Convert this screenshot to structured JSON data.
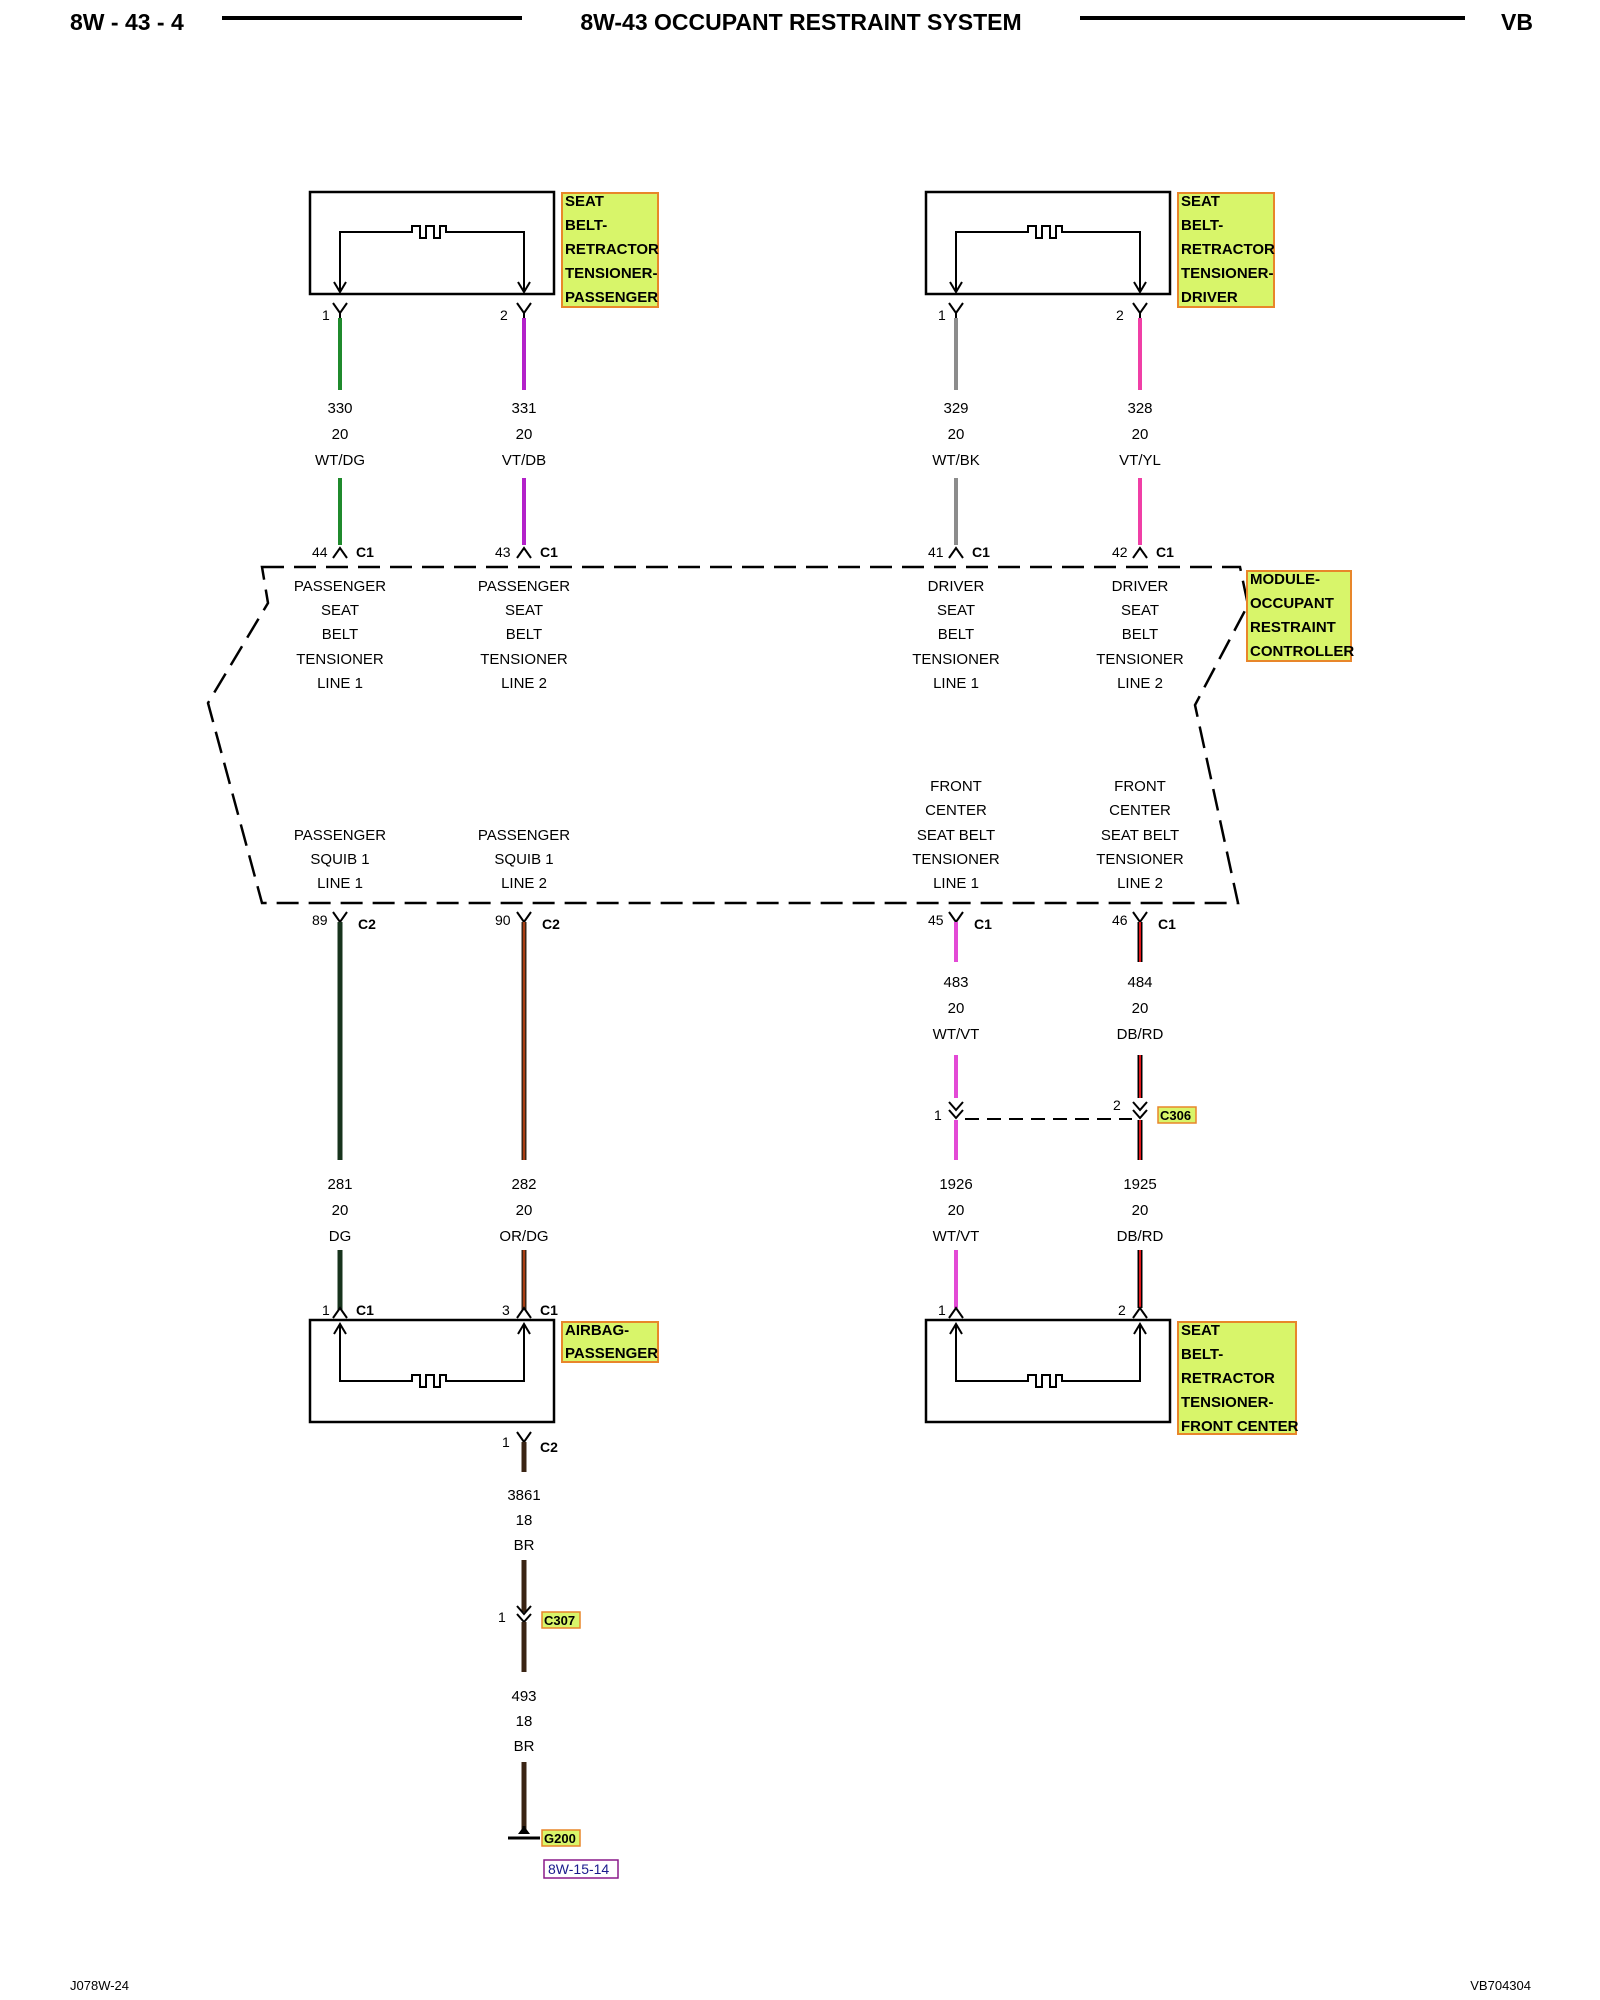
{
  "header": {
    "page": "8W - 43 - 4",
    "title": "8W-43 OCCUPANT RESTRAINT SYSTEM",
    "model": "VB"
  },
  "footer": {
    "left": "J078W-24",
    "right": "VB704304"
  },
  "components": {
    "retractor_passenger": [
      "SEAT",
      "BELT-",
      "RETRACTOR",
      "TENSIONER-",
      "PASSENGER"
    ],
    "retractor_driver": [
      "SEAT",
      "BELT-",
      "RETRACTOR",
      "TENSIONER-",
      "DRIVER"
    ],
    "module": [
      "MODULE-",
      "OCCUPANT",
      "RESTRAINT",
      "CONTROLLER"
    ],
    "airbag": [
      "AIRBAG-",
      "PASSENGER"
    ],
    "retractor_front_center": [
      "SEAT",
      "BELT-",
      "RETRACTOR",
      "TENSIONER-",
      "FRONT CENTER"
    ]
  },
  "module_labels": {
    "pass_line1": [
      "PASSENGER",
      "SEAT",
      "BELT",
      "TENSIONER",
      "LINE 1"
    ],
    "pass_line2": [
      "PASSENGER",
      "SEAT",
      "BELT",
      "TENSIONER",
      "LINE 2"
    ],
    "drv_line1": [
      "DRIVER",
      "SEAT",
      "BELT",
      "TENSIONER",
      "LINE 1"
    ],
    "drv_line2": [
      "DRIVER",
      "SEAT",
      "BELT",
      "TENSIONER",
      "LINE 2"
    ],
    "squib1": [
      "PASSENGER",
      "SQUIB 1",
      "LINE 1"
    ],
    "squib2": [
      "PASSENGER",
      "SQUIB 1",
      "LINE 2"
    ],
    "fc_line1": [
      "FRONT",
      "CENTER",
      "SEAT BELT",
      "TENSIONER",
      "LINE 1"
    ],
    "fc_line2": [
      "FRONT",
      "CENTER",
      "SEAT BELT",
      "TENSIONER",
      "LINE 2"
    ]
  },
  "pins": {
    "rp1": "1",
    "rp2": "2",
    "rd1": "1",
    "rd2": "2",
    "m44": "44",
    "m43": "43",
    "m41": "41",
    "m42": "42",
    "m89": "89",
    "m90": "90",
    "m45": "45",
    "m46": "46",
    "c306a": "1",
    "c306b": "2",
    "ab1": "1",
    "ab3": "3",
    "fc1": "1",
    "fc2": "2",
    "abc2": "1",
    "c307": "1"
  },
  "connectors": {
    "c1": "C1",
    "c2": "C2",
    "c306": "C306",
    "c307": "C307",
    "g200": "G200",
    "ref": "8W-15-14"
  },
  "wires": {
    "w330": [
      "330",
      "20",
      "WT/DG"
    ],
    "w331": [
      "331",
      "20",
      "VT/DB"
    ],
    "w329": [
      "329",
      "20",
      "WT/BK"
    ],
    "w328": [
      "328",
      "20",
      "VT/YL"
    ],
    "w483": [
      "483",
      "20",
      "WT/VT"
    ],
    "w484": [
      "484",
      "20",
      "DB/RD"
    ],
    "w281": [
      "281",
      "20",
      "DG"
    ],
    "w282": [
      "282",
      "20",
      "OR/DG"
    ],
    "w1926": [
      "1926",
      "20",
      "WT/VT"
    ],
    "w1925": [
      "1925",
      "20",
      "DB/RD"
    ],
    "w3861": [
      "3861",
      "18",
      "BR"
    ],
    "w493": [
      "493",
      "18",
      "BR"
    ]
  },
  "colors": {
    "label_fill": "#d8f56a",
    "label_border": "#e8862a",
    "ref_border": "#8a1a8a",
    "wire_green": "#1f8a2c",
    "wire_violet": "#b321c9",
    "wire_gray": "#8c8c8c",
    "wire_pink": "#f03fa6",
    "wire_magenta": "#e34ad6",
    "wire_dg": "#17331c",
    "wire_or": "#a83d12",
    "wire_br": "#3a2414",
    "wire_red": "#e0161b"
  }
}
